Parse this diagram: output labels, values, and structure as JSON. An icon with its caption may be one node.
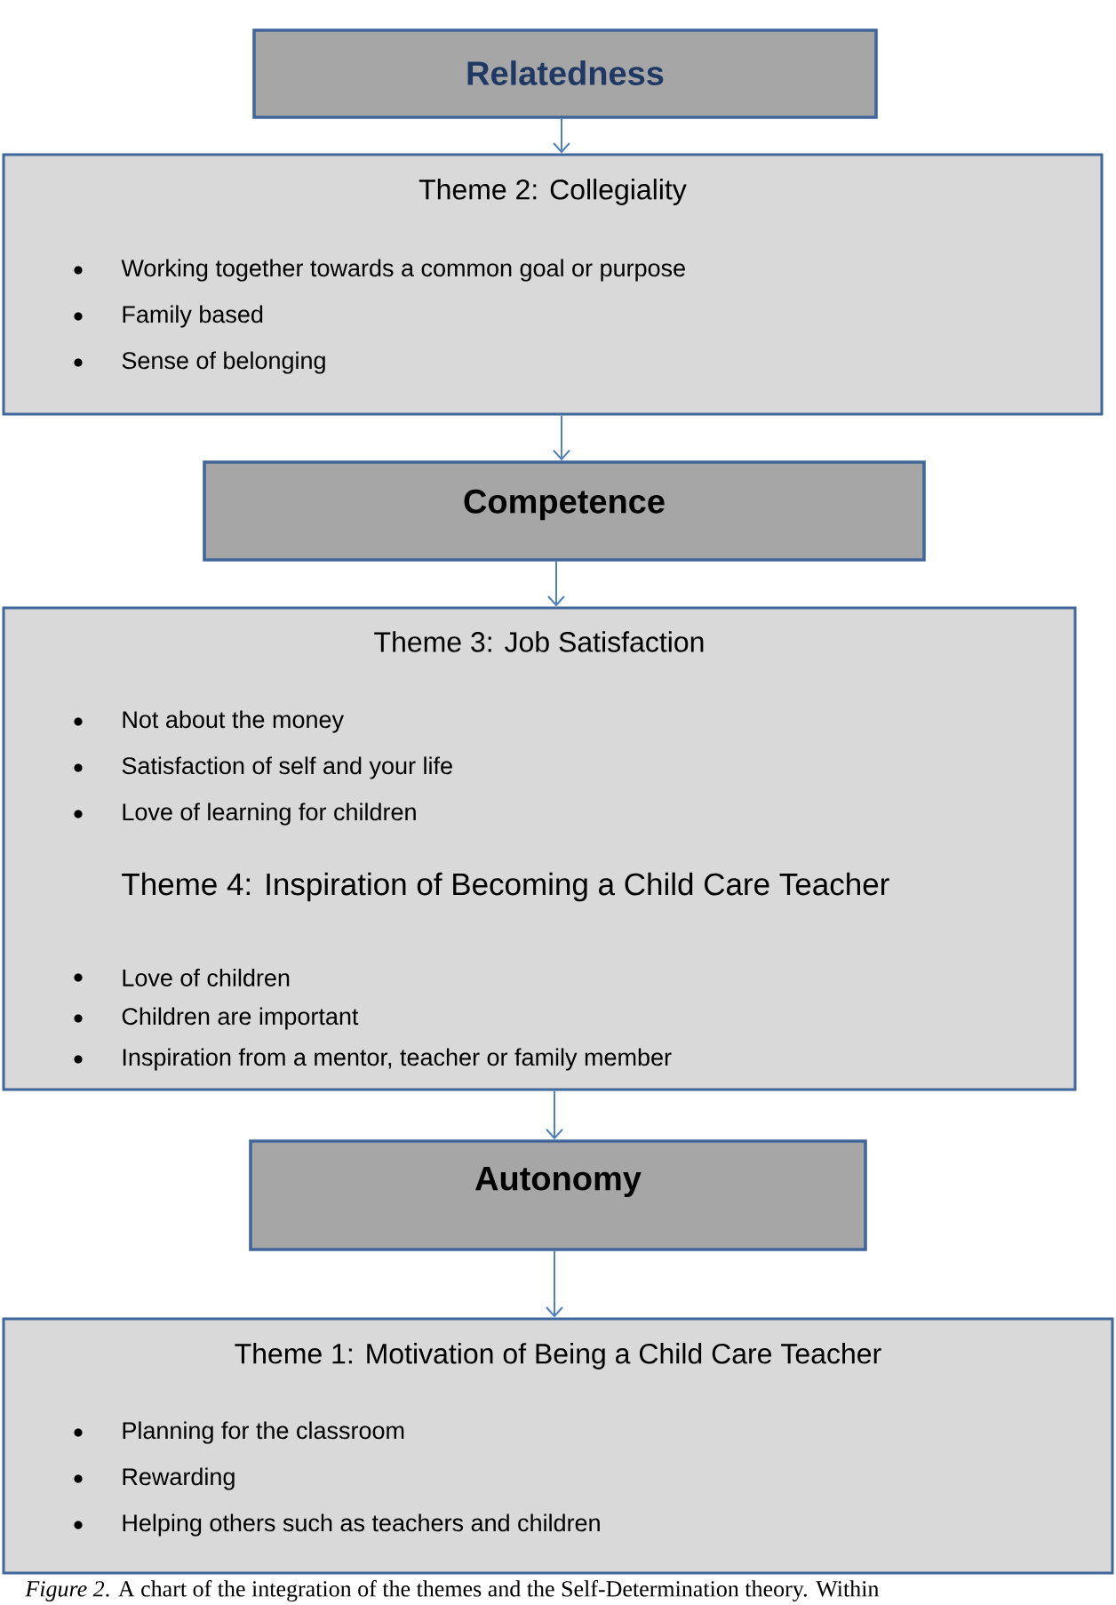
{
  "diagram": {
    "caption": "*Figure 2*. A chart of the integration of the themes and the Self-Determination theory.  Within",
    "nodes": [
      {
        "text": [
          "Relatedness"
        ]
      },
      {
        "text": [
          "Theme 2:  Collegiality",
          "Working together towards a common goal or purpose",
          "Family based",
          "Sense of belonging"
        ]
      },
      {
        "text": [
          "Competence"
        ]
      },
      {
        "text": [
          "Theme 3:  Job Satisfaction",
          "Not about the money",
          "Satisfaction of self and  your life",
          "Love of learning for children",
          "Theme 4:  Inspiration of Becoming a Child Care Teacher",
          "Love of children",
          "Children are important",
          "Inspiration from a mentor, teacher or family member"
        ]
      },
      {
        "text": [
          "Autonomy"
        ]
      },
      {
        "text": [
          "Theme 1:  Motivation of Being a Child Care Teacher",
          "Planning for the classroom",
          "Rewarding",
          "Helping others such as teachers and children"
        ]
      }
    ],
    "edges": [
      {
        "from": 0,
        "to": 1,
        "arrow": "to"
      },
      {
        "from": 1,
        "to": 2,
        "arrow": "to"
      },
      {
        "from": 2,
        "to": 3,
        "arrow": "to"
      },
      {
        "from": 3,
        "to": 4,
        "arrow": "to"
      },
      {
        "from": 4,
        "to": 5,
        "arrow": "to"
      }
    ]
  }
}
